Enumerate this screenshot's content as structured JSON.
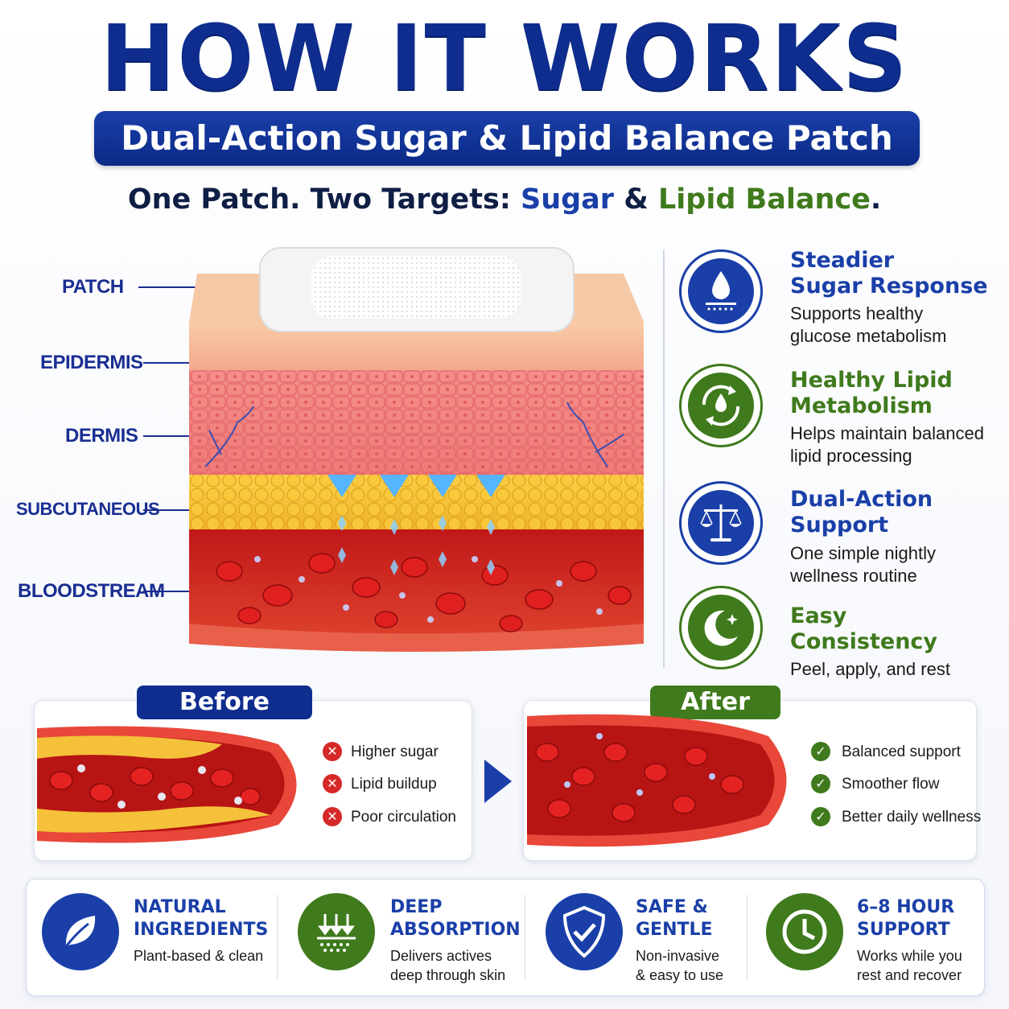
{
  "header": {
    "title": "HOW IT WORKS",
    "banner": "Dual-Action Sugar & Lipid Balance Patch",
    "tagline_prefix": "One Patch. Two Targets: ",
    "tagline_sugar": "Sugar",
    "tagline_amp": " & ",
    "tagline_lipid": "Lipid Balance",
    "tagline_suffix": "."
  },
  "layers": [
    "PATCH",
    "EPIDERMIS",
    "DERMIS",
    "SUBCUTANEOUS",
    "BLOODSTREAM"
  ],
  "benefits": [
    {
      "title_line1": "Steadier",
      "title_line2": "Sugar Response",
      "desc_line1": "Supports healthy",
      "desc_line2": "glucose metabolism",
      "icon": "drop-icon",
      "color": "#1a3fa8"
    },
    {
      "title_line1": "Healthy Lipid",
      "title_line2": "Metabolism",
      "desc_line1": "Helps maintain balanced",
      "desc_line2": "lipid processing",
      "icon": "recycle-drop-icon",
      "color": "#3f7a1c"
    },
    {
      "title_line1": "Dual-Action",
      "title_line2": "Support",
      "desc_line1": "One simple nightly",
      "desc_line2": "wellness routine",
      "icon": "scale-icon",
      "color": "#1a3fa8"
    },
    {
      "title_line1": "Easy",
      "title_line2": "Consistency",
      "desc_line1": "Peel, apply, and rest",
      "desc_line2": "",
      "icon": "moon-icon",
      "color": "#3f7a1c"
    }
  ],
  "before": {
    "label": "Before",
    "items": [
      "Higher sugar",
      "Lipid buildup",
      "Poor circulation"
    ],
    "mark": "✕"
  },
  "after": {
    "label": "After",
    "items": [
      "Balanced support",
      "Smoother flow",
      "Better daily wellness"
    ],
    "mark": "✓"
  },
  "features": [
    {
      "title_line1": "NATURAL",
      "title_line2": "INGREDIENTS",
      "desc_line1": "Plant-based & clean",
      "desc_line2": "",
      "icon": "leaf-icon",
      "color": "#1a3fa8"
    },
    {
      "title_line1": "DEEP",
      "title_line2": "ABSORPTION",
      "desc_line1": "Delivers actives",
      "desc_line2": "deep through skin",
      "icon": "absorption-icon",
      "color": "#3f7a1c"
    },
    {
      "title_line1": "SAFE &",
      "title_line2": "GENTLE",
      "desc_line1": "Non-invasive",
      "desc_line2": "& easy to use",
      "icon": "shield-check-icon",
      "color": "#1a3fa8"
    },
    {
      "title_line1": "6–8 HOUR",
      "title_line2": "SUPPORT",
      "desc_line1": "Works while you",
      "desc_line2": "rest and recover",
      "icon": "clock-icon",
      "color": "#3f7a1c"
    }
  ],
  "colors": {
    "navy": "#0e2d8f",
    "blue": "#1a3fa8",
    "green": "#3f7a1c",
    "red": "#d62828"
  }
}
